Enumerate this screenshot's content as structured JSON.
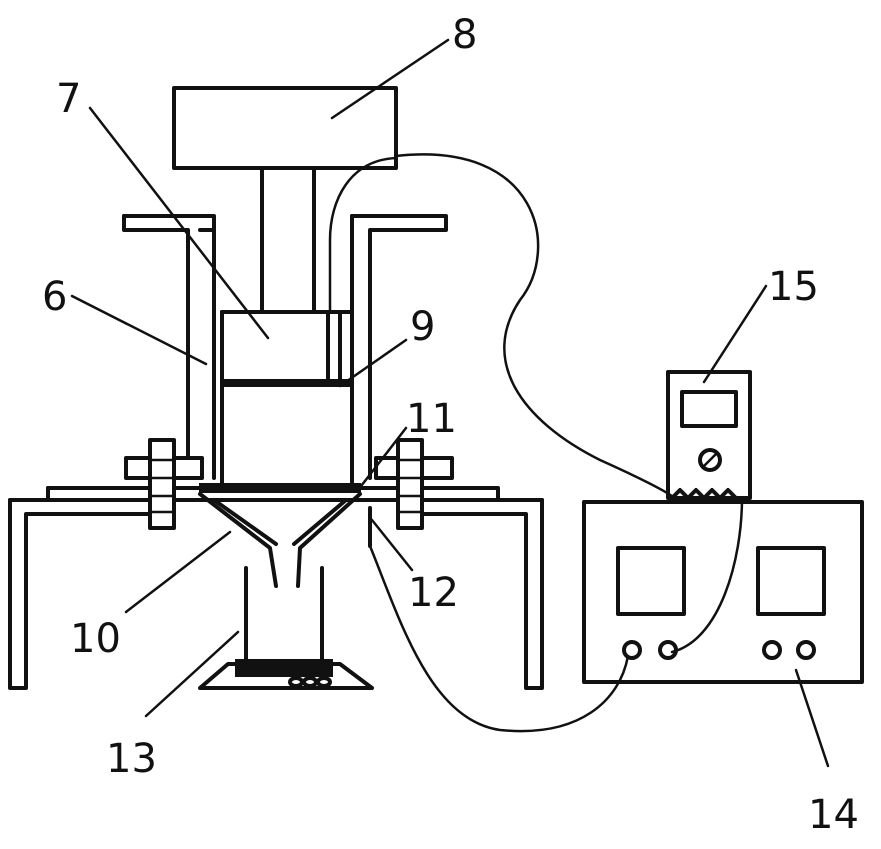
{
  "labels": {
    "l6": "6",
    "l7": "7",
    "l8": "8",
    "l9": "9",
    "l10": "10",
    "l11": "11",
    "l12": "12",
    "l13": "13",
    "l14": "14",
    "l15": "15"
  }
}
